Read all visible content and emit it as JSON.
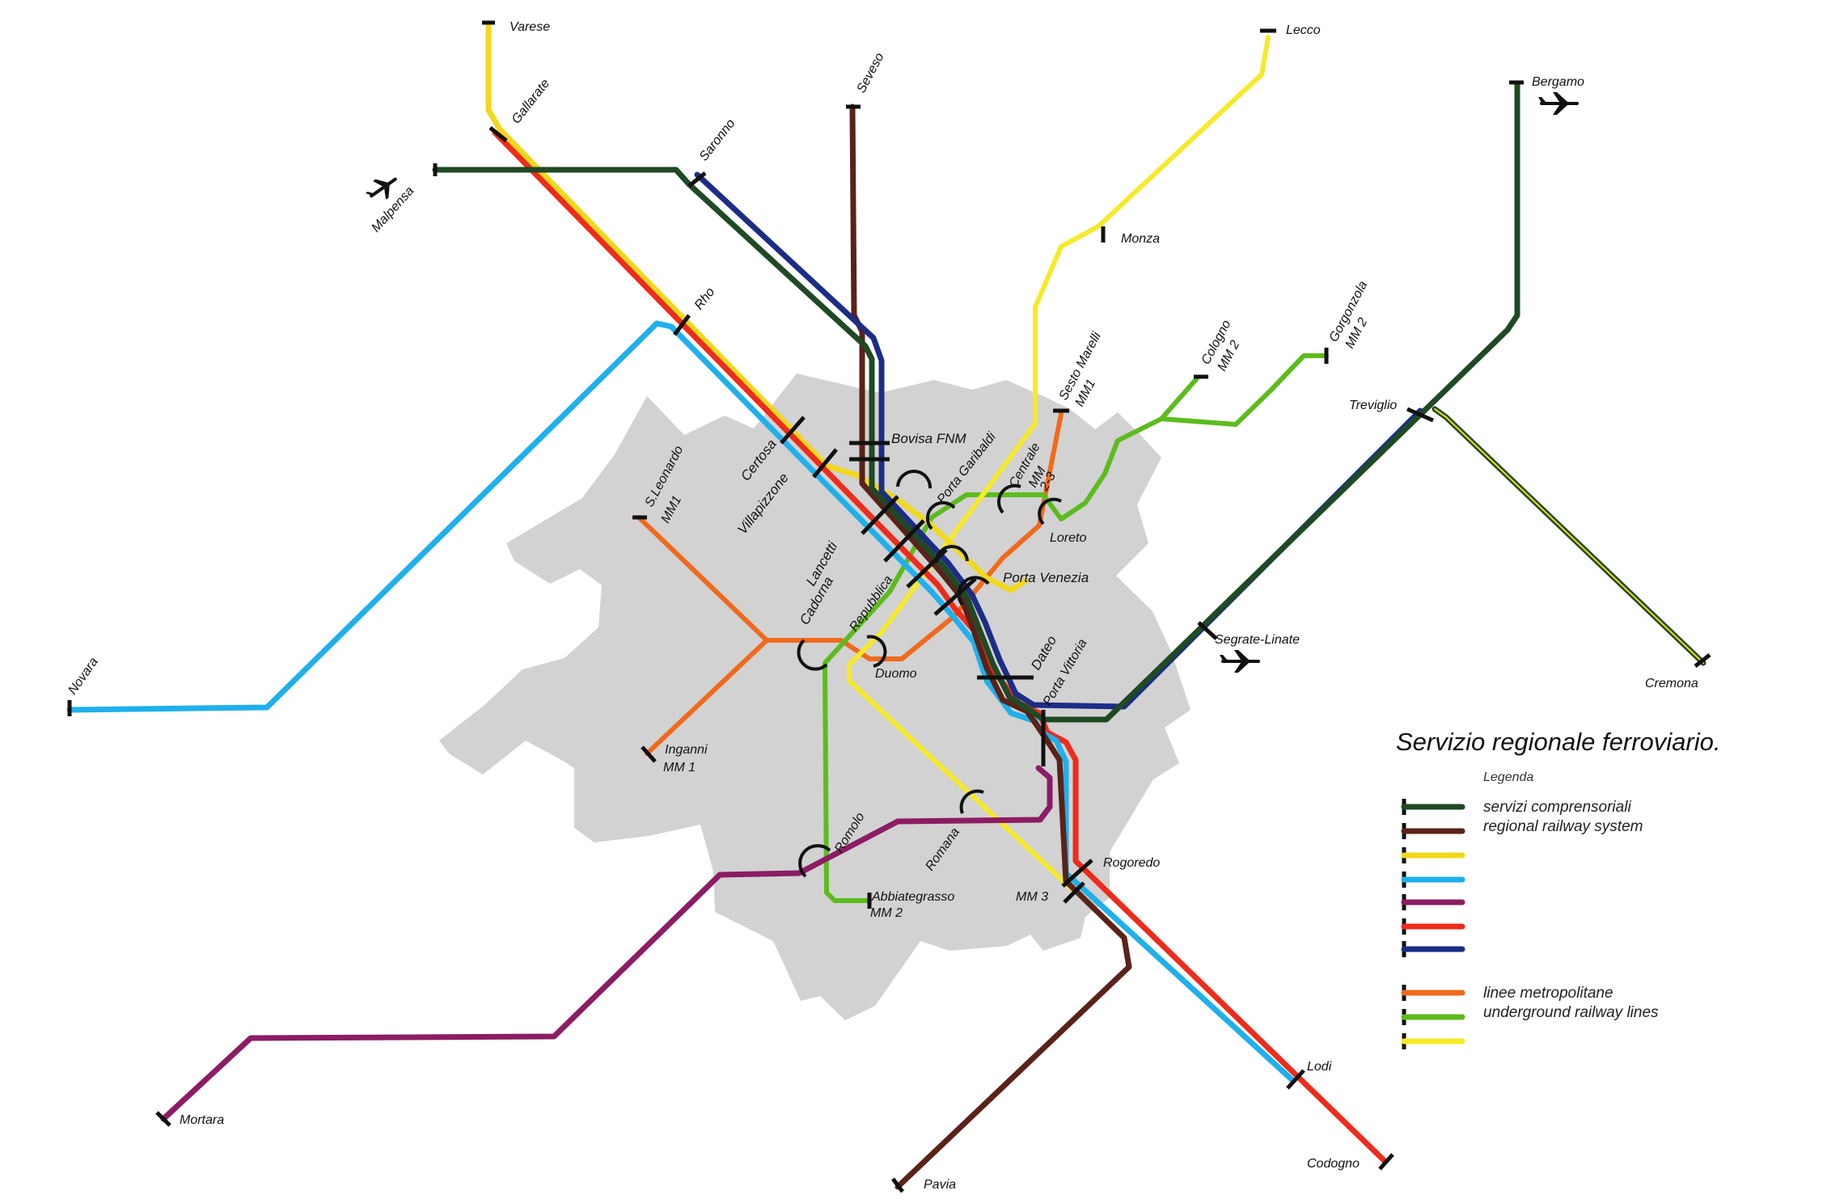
{
  "colors": {
    "regional_dark_green": "#1f4a24",
    "regional_brown": "#5a2218",
    "regional_yellow": "#f2d81c",
    "regional_cyan": "#1fb0ec",
    "regional_purple": "#8c1c64",
    "regional_red": "#ef2b1b",
    "regional_navy": "#1b2d86",
    "metro_orange": "#f06a1c",
    "metro_green": "#5cbc1c",
    "metro_yellow": "#f6ea2a",
    "city_area": "#d2d2d2"
  },
  "legend": {
    "title": "Servizio regionale ferroviario.",
    "subtitle": "Legenda",
    "regional_it": "servizi comprensoriali",
    "regional_en": "regional railway system",
    "metro_it": "linee metropolitane",
    "metro_en": "underground railway lines"
  },
  "stations": {
    "varese": "Varese",
    "gallarate": "Gallarate",
    "malpensa": "Malpensa",
    "saronno": "Saronno",
    "seveso": "Seveso",
    "lecco": "Lecco",
    "bergamo": "Bergamo",
    "monza": "Monza",
    "rho": "Rho",
    "sesto_1": "Sesto Marelli",
    "sesto_2": "MM1",
    "cologno_1": "Cologno",
    "cologno_2": "MM 2",
    "gorgonzola_1": "Gorgonzola",
    "gorgonzola_2": "MM 2",
    "treviglio": "Treviglio",
    "bovisa": "Bovisa FNM",
    "certosa": "Certosa",
    "villapizzone": "Villapizzone",
    "sleonardo_1": "S.Leonardo",
    "sleonardo_2": "MM1",
    "porta_garibaldi": "Porta Garibaldi",
    "centrale_1": "Centrale",
    "centrale_2": "MM",
    "centrale_3": "2-3",
    "loreto": "Loreto",
    "lancetti": "Lancetti",
    "porta_venezia": "Porta Venezia",
    "cadorna": "Cadorna",
    "repubblica": "Repubblica",
    "duomo": "Duomo",
    "dateo": "Dateo",
    "porta_vittoria": "Porta Vittoria",
    "segrate": "Segrate-Linate",
    "cremona": "Cremona",
    "novara": "Novara",
    "inganni_1": "Inganni",
    "inganni_2": "MM 1",
    "romolo": "Romolo",
    "romana": "Romana",
    "abbiategrasso_1": "Abbiategrasso",
    "abbiategrasso_2": "MM 2",
    "rogoredo": "Rogoredo",
    "mm3": "MM 3",
    "lodi": "Lodi",
    "codogno": "Codogno",
    "mortara": "Mortara",
    "pavia": "Pavia"
  }
}
